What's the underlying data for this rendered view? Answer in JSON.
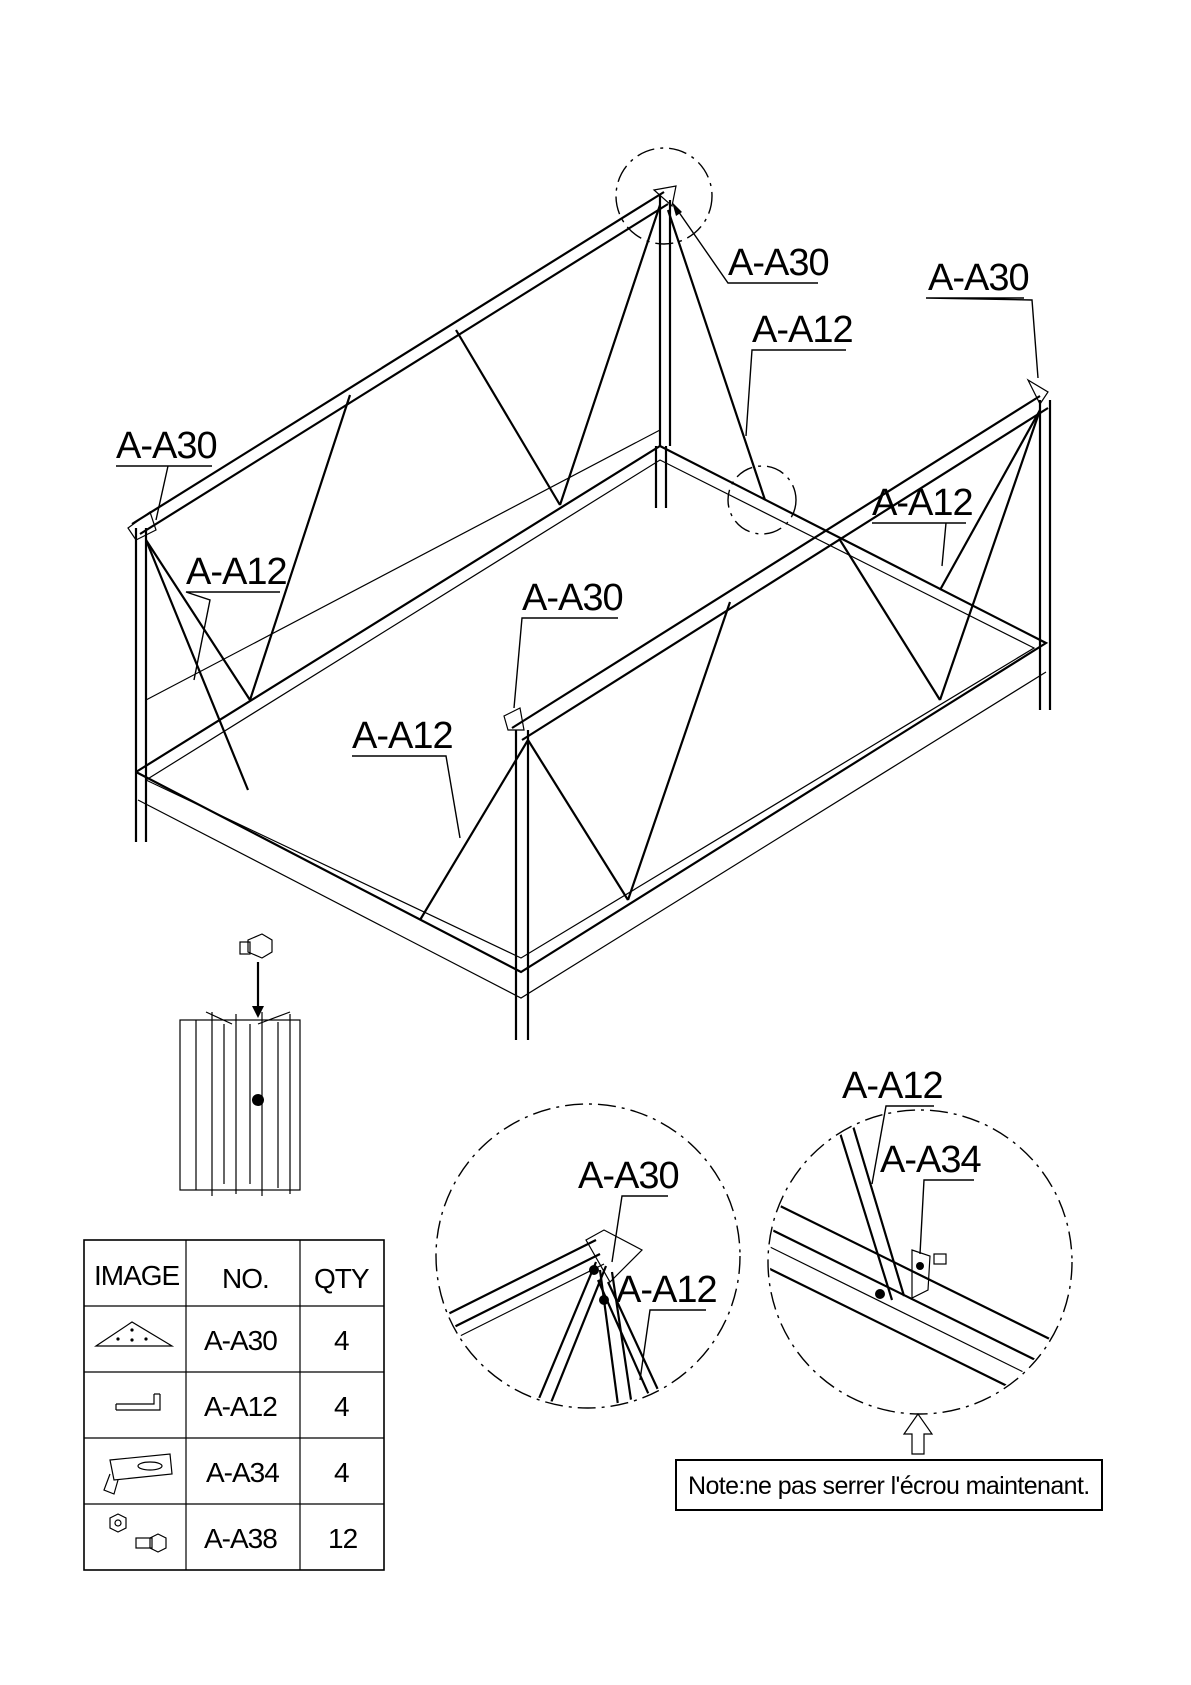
{
  "callouts": {
    "top_a30": "A-A30",
    "right_a30": "A-A30",
    "left_a30": "A-A30",
    "center_a30": "A-A30",
    "top_a12": "A-A12",
    "left_a12": "A-A12",
    "right_a12": "A-A12",
    "bottom_a12": "A-A12"
  },
  "detail_left": {
    "label_a30": "A-A30",
    "label_a12": "A-A12"
  },
  "detail_right": {
    "label_a12": "A-A12",
    "label_a34": "A-A34"
  },
  "note": "Note:ne pas serrer l'écrou maintenant.",
  "parts_table": {
    "headers": [
      "IMAGE",
      "NO.",
      "QTY"
    ],
    "rows": [
      {
        "icon": "corner-bracket-icon",
        "no": "A-A30",
        "qty": "4"
      },
      {
        "icon": "brace-bar-icon",
        "no": "A-A12",
        "qty": "4"
      },
      {
        "icon": "slotted-bracket-icon",
        "no": "A-A34",
        "qty": "4"
      },
      {
        "icon": "nut-bolt-icon",
        "no": "A-A38",
        "qty": "12"
      }
    ]
  }
}
